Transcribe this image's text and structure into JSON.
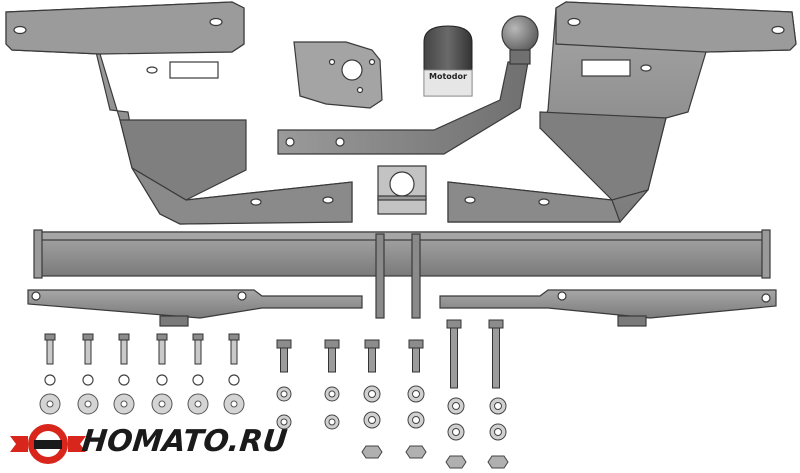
{
  "image": {
    "subject": "tow bar hitch kit with mounting hardware",
    "background": "#ffffff",
    "metal_color": "#8c8c8c",
    "metal_dark": "#6e6e6e",
    "metal_light": "#b5b5b5"
  },
  "cap_label": "Motodor",
  "logo": {
    "text": "HOMATO.RU",
    "brand_red": "#d8261c",
    "brand_black": "#1a1a1a"
  }
}
